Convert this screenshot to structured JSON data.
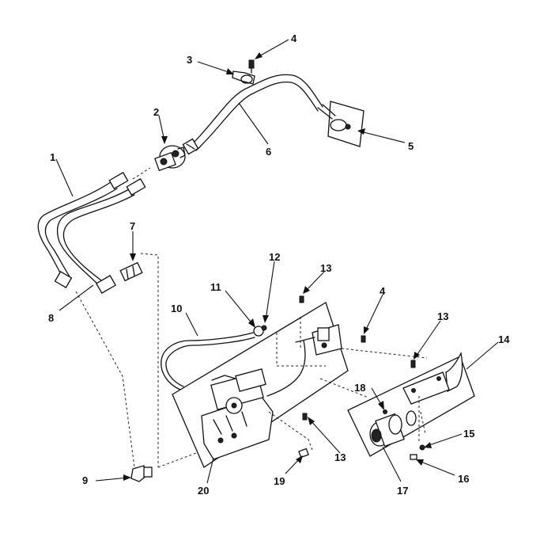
{
  "callouts": {
    "c1": "1",
    "c2": "2",
    "c3": "3",
    "c4_top": "4",
    "c4_mid": "4",
    "c5": "5",
    "c6": "6",
    "c7": "7",
    "c8": "8",
    "c9": "9",
    "c10": "10",
    "c11": "11",
    "c12": "12",
    "c13_a": "13",
    "c13_b": "13",
    "c13_c": "13",
    "c14": "14",
    "c15": "15",
    "c16": "16",
    "c17": "17",
    "c18": "18",
    "c19": "19",
    "c20": "20"
  }
}
